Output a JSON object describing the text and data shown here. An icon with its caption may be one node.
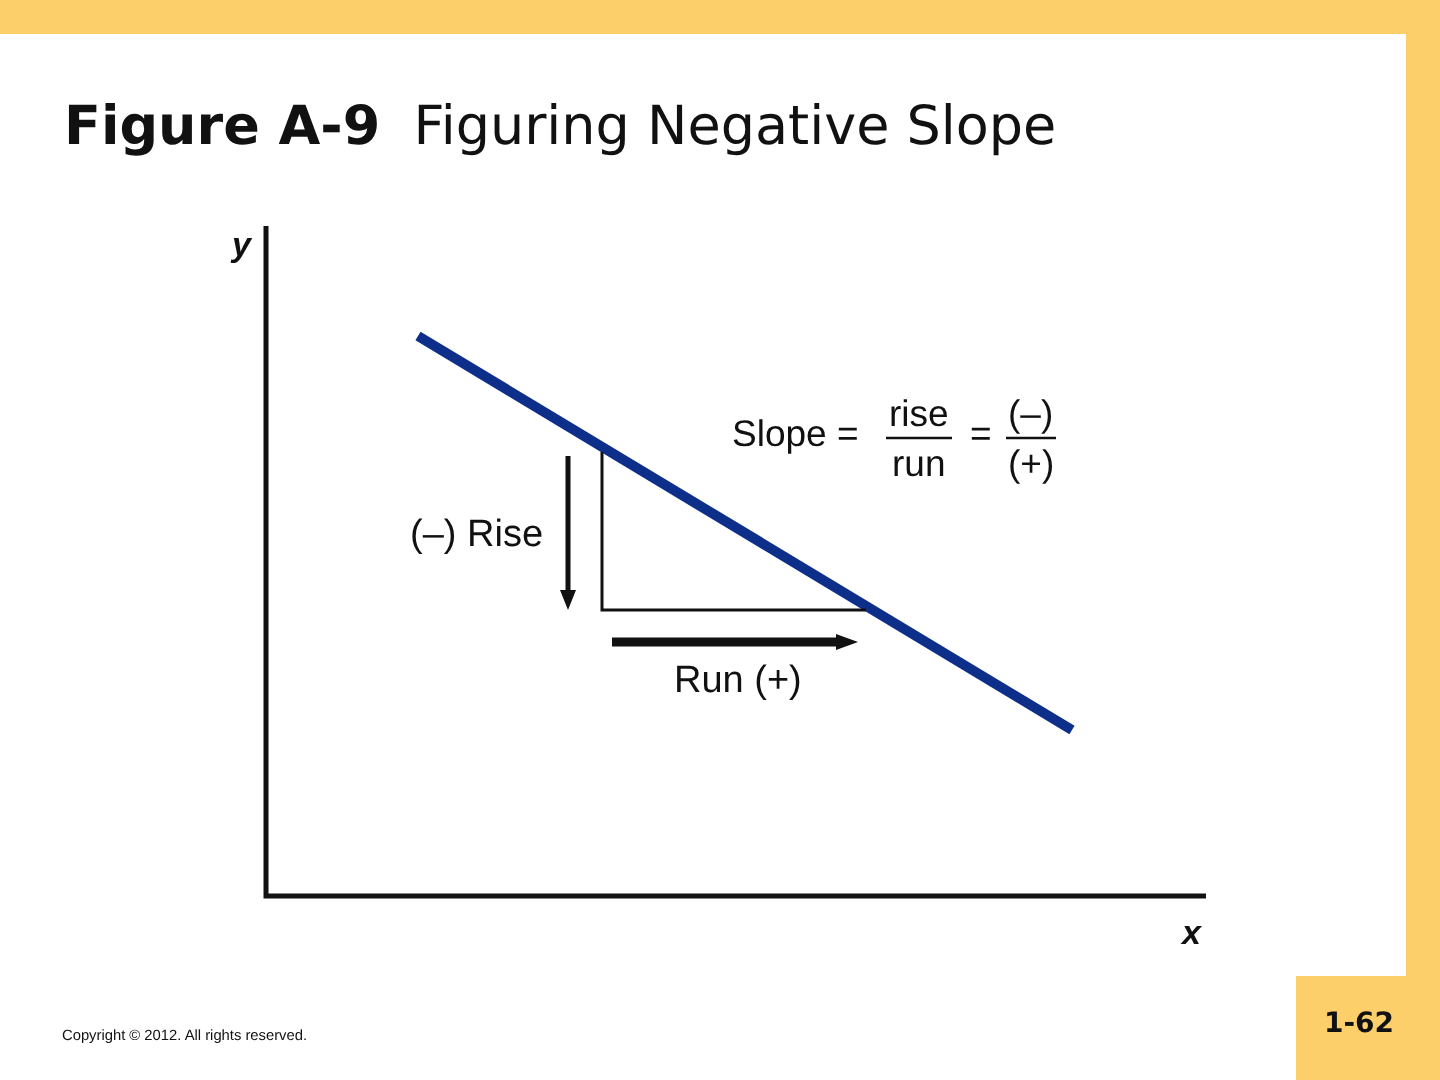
{
  "diagram": {
    "title": "**Figure A-9** Figuring Negative Slope",
    "labels": [
      "y",
      "Slope =",
      "rise",
      "run",
      "=",
      "(–)",
      "(+)",
      "(–) Rise",
      "Run (+)",
      "x",
      "Copyright © 2012. All rights reserved.",
      "1-62"
    ]
  }
}
